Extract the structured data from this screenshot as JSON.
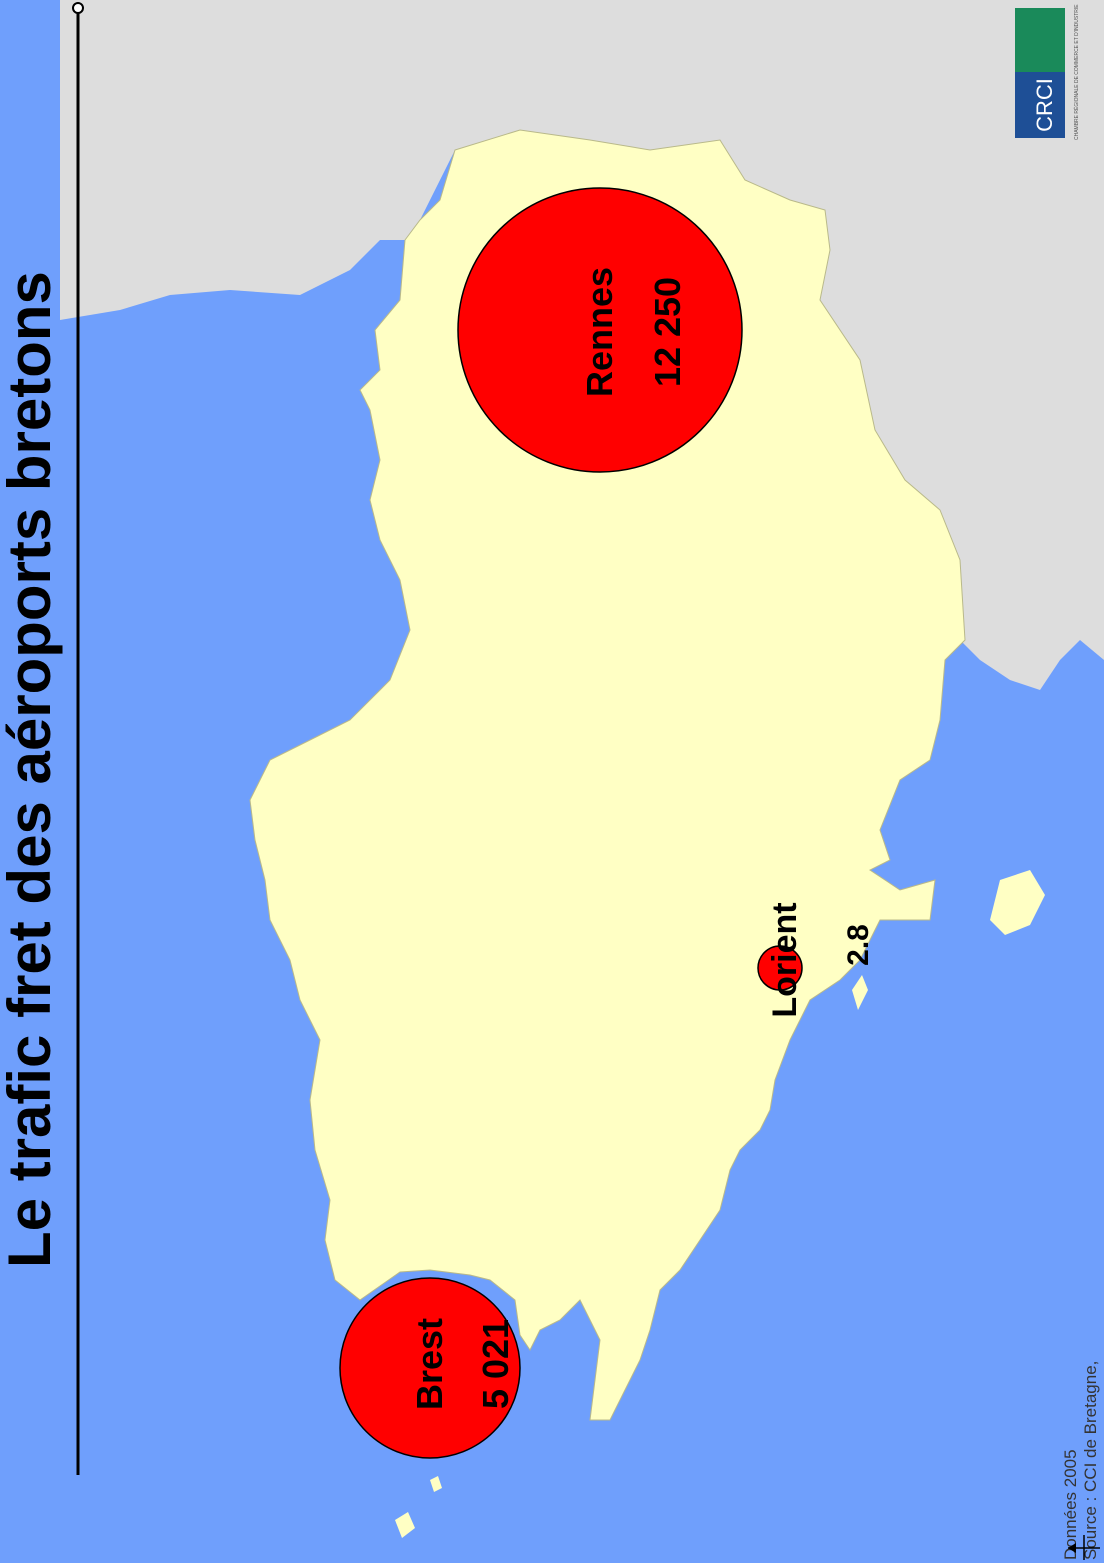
{
  "title": "Le trafic fret des aéroports bretons",
  "colors": {
    "sea": "#6f9ffc",
    "land": "#ffffc4",
    "neighbor_land": "#dddddd",
    "bubble": "#ff0000",
    "logo_green": "#1a8a5a",
    "logo_blue": "#1e4f96"
  },
  "logo": {
    "text": "CRCI",
    "small_text": "CHAMBRE RÉGIONALE DE COMMERCE ET D'INDUSTRIE"
  },
  "airports": [
    {
      "name": "Rennes",
      "value_label": "12 250",
      "value": 12250
    },
    {
      "name": "Brest",
      "value_label": "5 021",
      "value": 5021
    },
    {
      "name": "Lorient",
      "value_label": "2.8",
      "value": 2.8
    }
  ],
  "source": {
    "line1": "Données 2005",
    "line2": "Source : CCI de Bretagne,"
  },
  "icons": {
    "compass": "compass-icon"
  }
}
